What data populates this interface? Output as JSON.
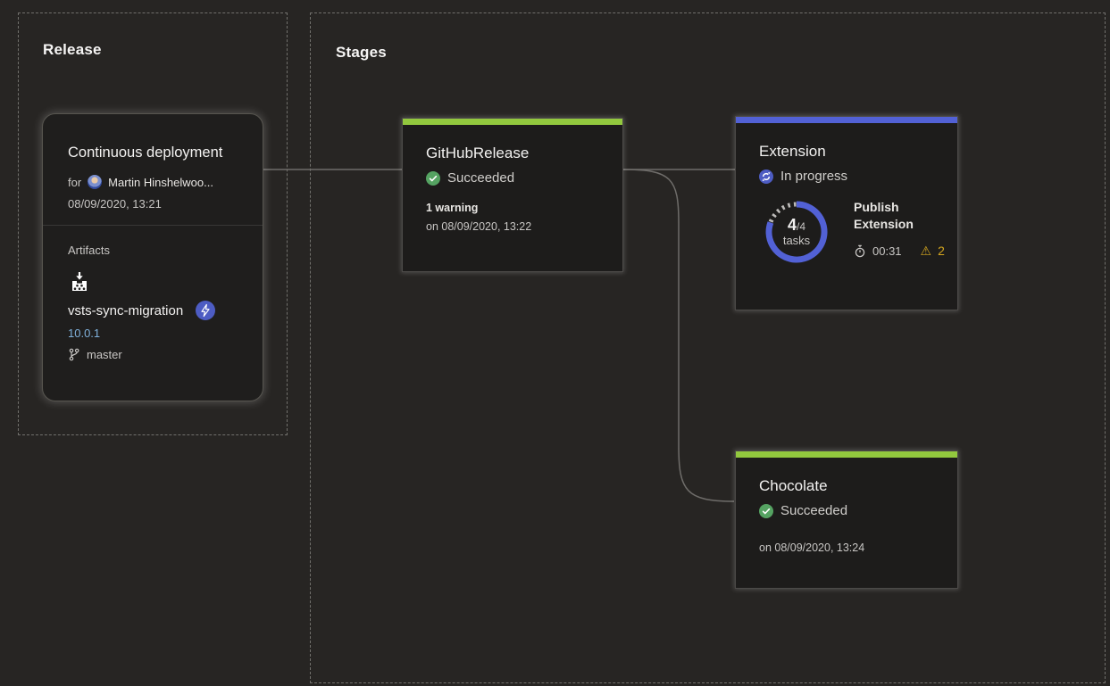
{
  "theme": {
    "background": "#272523",
    "card_background": "#1d1c1b",
    "accent_green": "#92c83e",
    "accent_blue": "#5261d5",
    "success_green": "#55a362",
    "progress_blue": "#4d5cc3",
    "warning_yellow": "#d4a61f",
    "link_blue": "#7fb0da",
    "connector_gray": "#6f6d6a"
  },
  "icons": {
    "warning_glyph": "⚠"
  },
  "release_panel": {
    "heading": "Release",
    "card": {
      "title": "Continuous deployment",
      "for_label": "for",
      "requested_by": "Martin Hinshelwoo...",
      "date": "08/09/2020, 13:21",
      "artifacts_heading": "Artifacts",
      "artifact_name": "vsts-sync-migration",
      "artifact_version": "10.0.1",
      "artifact_branch": "master"
    }
  },
  "stages_panel": {
    "heading": "Stages",
    "stages": [
      {
        "title": "GitHubRelease",
        "status": "Succeeded",
        "status_kind": "succeeded",
        "warning_line": "1 warning",
        "date_line": "on 08/09/2020, 13:22"
      },
      {
        "title": "Extension",
        "status": "In progress",
        "status_kind": "in-progress",
        "tasks_completed": "4",
        "tasks_total": "/4",
        "tasks_label": "tasks",
        "task_name": "Publish Extension",
        "elapsed": "00:31",
        "warning_count": "2"
      },
      {
        "title": "Chocolate",
        "status": "Succeeded",
        "status_kind": "succeeded",
        "date_line": "on 08/09/2020, 13:24"
      }
    ]
  }
}
